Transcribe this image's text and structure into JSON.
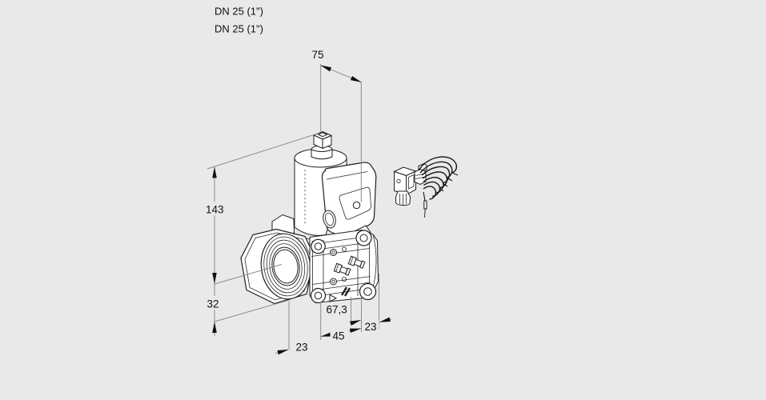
{
  "page": {
    "background": "#e9e9e9"
  },
  "annotations": {
    "dn_label_1": "DN 25 (1\")",
    "dn_label_2": "DN 25 (1\")"
  },
  "dimensions": {
    "top_width": "75",
    "height_above_axis": "143",
    "height_below_axis": "32",
    "inlet_offset": "23",
    "center_width": "45",
    "body_depth": "67,3",
    "outlet_offset": "23"
  },
  "drawing": {
    "subject": "Solenoid gas valve, isometric dimensional drawing",
    "line_color": "#1f1f1f",
    "dimension_line_color": "#8c8c8c",
    "label_color": "#111111",
    "flow_direction_marker": "triangle-right"
  }
}
